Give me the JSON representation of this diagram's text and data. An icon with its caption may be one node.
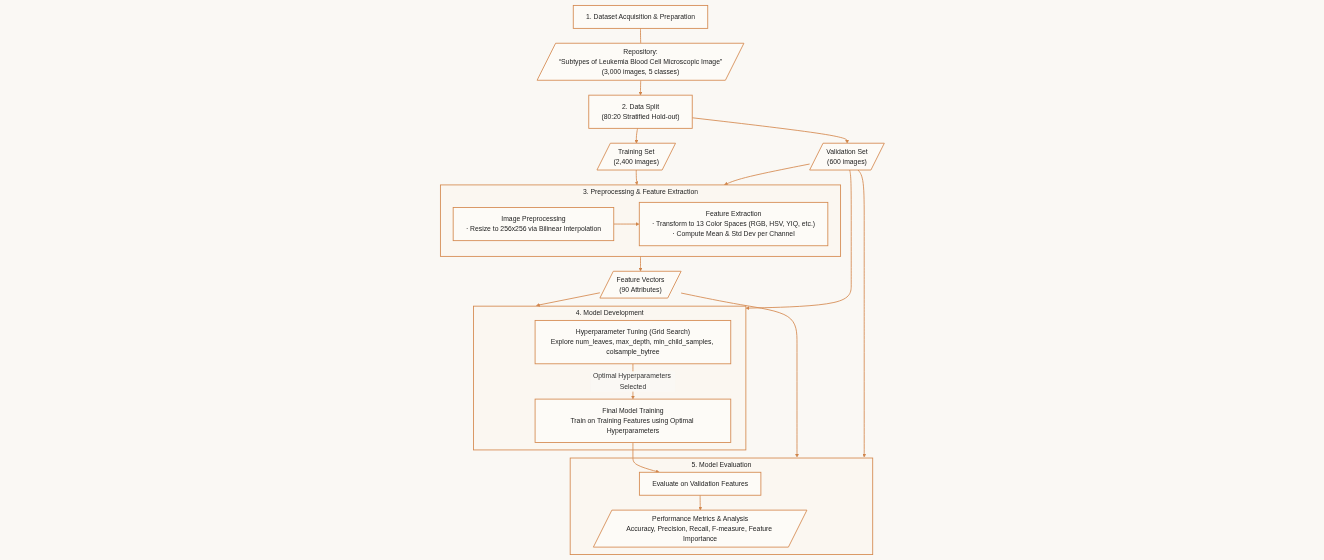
{
  "diagram": {
    "nodes": [
      {
        "text": [
          "1. Dataset Acquisition & Preparation"
        ]
      },
      {
        "text": [
          "Repository:",
          "“Subtypes of Leukemia Blood Cell Microscopic Image”",
          "(3,000 images, 5 classes)"
        ]
      },
      {
        "text": [
          "2. Data Split",
          "(80:20 Stratified Hold-out)"
        ]
      },
      {
        "text": [
          "Training Set",
          "(2,400 images)"
        ]
      },
      {
        "text": [
          "Validation Set",
          "(600 images)"
        ]
      },
      {
        "text": [
          "3. Preprocessing & Feature Extraction"
        ]
      },
      {
        "text": [
          "Image Preprocessing",
          "· Resize to 256x256 via Bilinear Interpolation"
        ],
        "in": 5
      },
      {
        "text": [
          "Feature Extraction",
          "· Transform to 13 Color Spaces (RGB, HSV, YIQ, etc.)",
          "· Compute Mean & Std Dev per Channel"
        ],
        "in": 5
      },
      {
        "text": [
          "Feature Vectors",
          "(90 Attributes)"
        ]
      },
      {
        "text": [
          "4. Model Development"
        ]
      },
      {
        "text": [
          "Hyperparameter Tuning (Grid Search)",
          "Explore num_leaves, max_depth, min_child_samples, colsample_bytree"
        ],
        "in": 9
      },
      {
        "text": [
          "Final Model Training",
          "Train on Training Features using Optimal Hyperparameters"
        ],
        "in": 9
      },
      {
        "text": [
          "5. Model Evaluation"
        ]
      },
      {
        "text": [
          "Evaluate on Validation Features"
        ],
        "in": 12
      },
      {
        "text": [
          "Performance Metrics & Analysis",
          "Accuracy, Precision, Recall, F-measure, Feature Importance"
        ],
        "in": 12
      }
    ],
    "edges": [
      {
        "from": 0,
        "to": 1,
        "arrow": "none"
      },
      {
        "from": 1,
        "to": 2,
        "arrow": "to"
      },
      {
        "from": 2,
        "to": 3,
        "arrow": "to"
      },
      {
        "from": 2,
        "to": 4,
        "arrow": "to"
      },
      {
        "from": 3,
        "to": 5,
        "arrow": "to"
      },
      {
        "from": 4,
        "to": 5,
        "arrow": "to"
      },
      {
        "from": 6,
        "to": 7,
        "arrow": "to"
      },
      {
        "from": 5,
        "to": 8,
        "arrow": "to"
      },
      {
        "from": 4,
        "to": 9,
        "arrow": "to"
      },
      {
        "from": 4,
        "to": 12,
        "arrow": "to"
      },
      {
        "from": 8,
        "to": 9,
        "arrow": "to"
      },
      {
        "from": 8,
        "to": 12,
        "arrow": "to"
      },
      {
        "from": 10,
        "to": 11,
        "arrow": "to",
        "label": "Optimal Hyperparameters Selected"
      },
      {
        "from": 11,
        "to": 13,
        "arrow": "to"
      },
      {
        "from": 13,
        "to": 14,
        "arrow": "to"
      }
    ]
  }
}
